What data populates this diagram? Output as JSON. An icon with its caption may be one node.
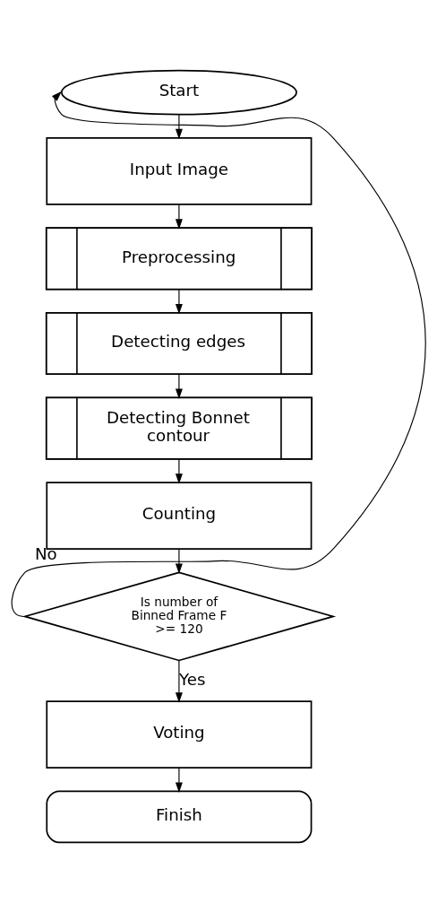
{
  "diagram": {
    "nodes": [
      {
        "text": [
          "Start"
        ]
      },
      {
        "text": [
          "Input Image"
        ]
      },
      {
        "text": [
          "Preprocessing"
        ]
      },
      {
        "text": [
          "Detecting edges"
        ]
      },
      {
        "text": [
          "Detecting Bonnet contour"
        ]
      },
      {
        "text": [
          "Counting"
        ]
      },
      {
        "text": [
          "Is number of Binned Frame F >= 120"
        ]
      },
      {
        "text": [
          "Voting"
        ]
      },
      {
        "text": [
          "Finish"
        ]
      }
    ],
    "edges": [
      {
        "from": 0,
        "to": 1,
        "arrow": "to"
      },
      {
        "from": 1,
        "to": 2,
        "arrow": "to"
      },
      {
        "from": 2,
        "to": 3,
        "arrow": "to"
      },
      {
        "from": 3,
        "to": 4,
        "arrow": "to"
      },
      {
        "from": 4,
        "to": 5,
        "arrow": "to"
      },
      {
        "from": 5,
        "to": 6,
        "arrow": "to"
      },
      {
        "from": 6,
        "to": 0,
        "arrow": "to",
        "label": "No"
      },
      {
        "from": 6,
        "to": 7,
        "arrow": "to",
        "label": "Yes"
      },
      {
        "from": 7,
        "to": 8,
        "arrow": "to"
      }
    ]
  }
}
